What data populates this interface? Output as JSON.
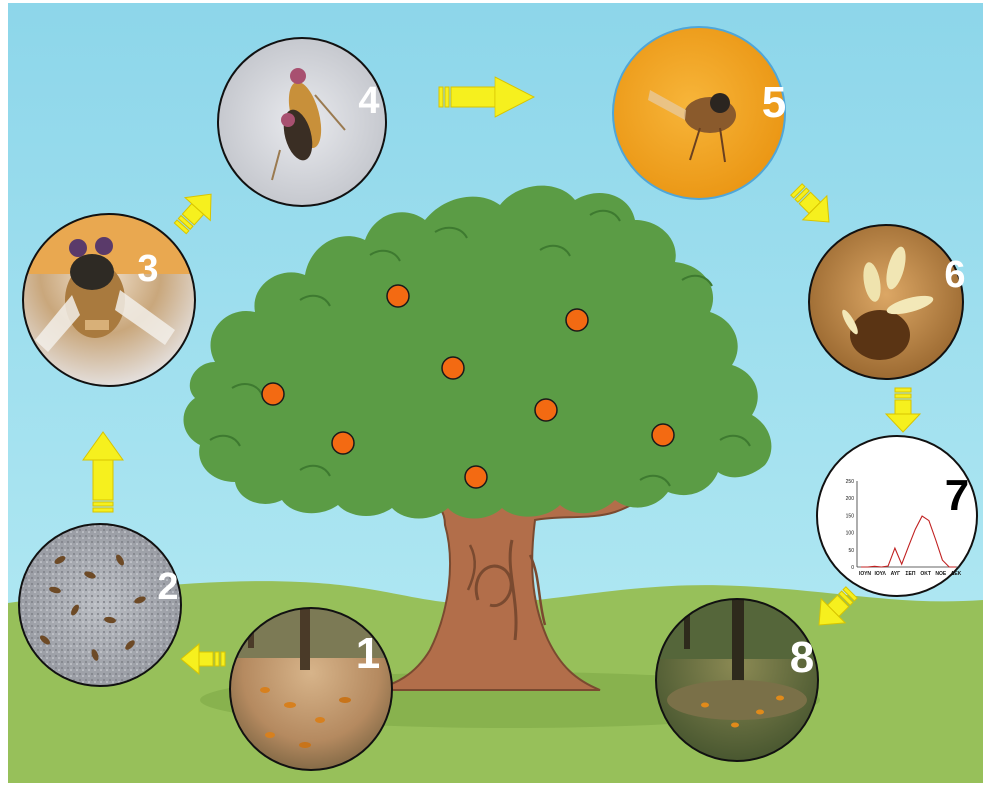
{
  "diagram": {
    "steps": [
      {
        "number": "1",
        "photo": "fallen-fruit-orchard-floor"
      },
      {
        "number": "2",
        "photo": "pupae-in-soil"
      },
      {
        "number": "3",
        "photo": "adult-fly-closeup"
      },
      {
        "number": "4",
        "photo": "mating-flies"
      },
      {
        "number": "5",
        "photo": "fly-on-orange-fruit"
      },
      {
        "number": "6",
        "photo": "larvae-in-fruit"
      },
      {
        "number": "7",
        "photo": "population-chart"
      },
      {
        "number": "8",
        "photo": "orchard-with-fallen-fruit"
      }
    ],
    "colors": {
      "sky": "#a7e3f0",
      "grass": "#97c05a",
      "foliage": "#5b9c45",
      "trunk": "#b26e4a",
      "fruit": "#f36a12",
      "arrow": "#f6f01e",
      "step_text_light": "#ffffff",
      "step_text_dark": "#000000"
    }
  },
  "chart_data": {
    "type": "line",
    "x": [
      "ΙΟΥΝ",
      "ΙΟΥΛ",
      "ΑΥΓ",
      "ΣΕΠ",
      "ΟΚΤ",
      "ΝΟΕ",
      "ΔΕΚ"
    ],
    "y_ticks": [
      "0",
      "50",
      "100",
      "150",
      "200",
      "250"
    ],
    "ylim": [
      0,
      250
    ],
    "series": [
      {
        "values": [
          0,
          0,
          2,
          0,
          3,
          55,
          8,
          60,
          110,
          148,
          135,
          80,
          20,
          0,
          0
        ]
      }
    ]
  }
}
